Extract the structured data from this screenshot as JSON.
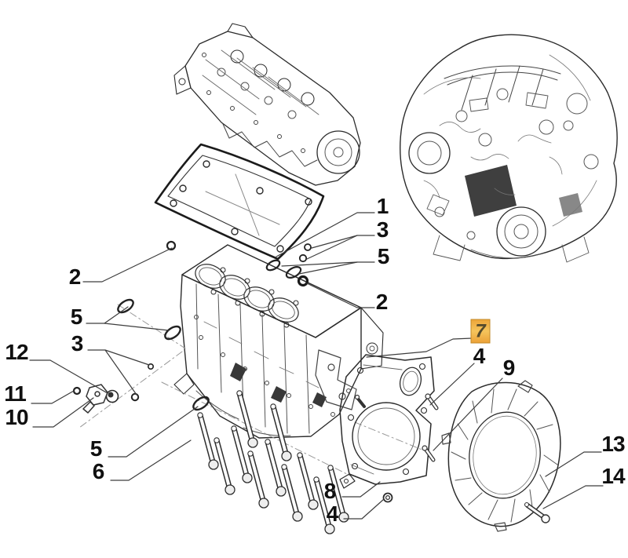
{
  "figure": {
    "type": "exploded-parts-diagram",
    "subject": "engine-cylinder-head-block-and-rear-covers",
    "background_color": "#ffffff",
    "line_color": "#2b2b2b",
    "leader_color": "#3d3d3d",
    "highlight_bg_color": "#F0A93B",
    "highlight_border_color": "#C28A28",
    "highlight_text_color": "#554A2C",
    "callout_text_color": "#101010"
  },
  "callouts": {
    "c1": {
      "label": "1"
    },
    "c3a": {
      "label": "3"
    },
    "c5a": {
      "label": "5"
    },
    "c2a": {
      "label": "2"
    },
    "c2b": {
      "label": "2"
    },
    "c5b": {
      "label": "5"
    },
    "c3b": {
      "label": "3"
    },
    "c12": {
      "label": "12"
    },
    "c11": {
      "label": "11"
    },
    "c10": {
      "label": "10"
    },
    "c5c": {
      "label": "5"
    },
    "c6": {
      "label": "6"
    },
    "c8": {
      "label": "8"
    },
    "c4a": {
      "label": "4"
    },
    "c7": {
      "label": "7",
      "highlighted": true
    },
    "c4b": {
      "label": "4"
    },
    "c9": {
      "label": "9"
    },
    "c13": {
      "label": "13"
    },
    "c14": {
      "label": "14"
    }
  }
}
